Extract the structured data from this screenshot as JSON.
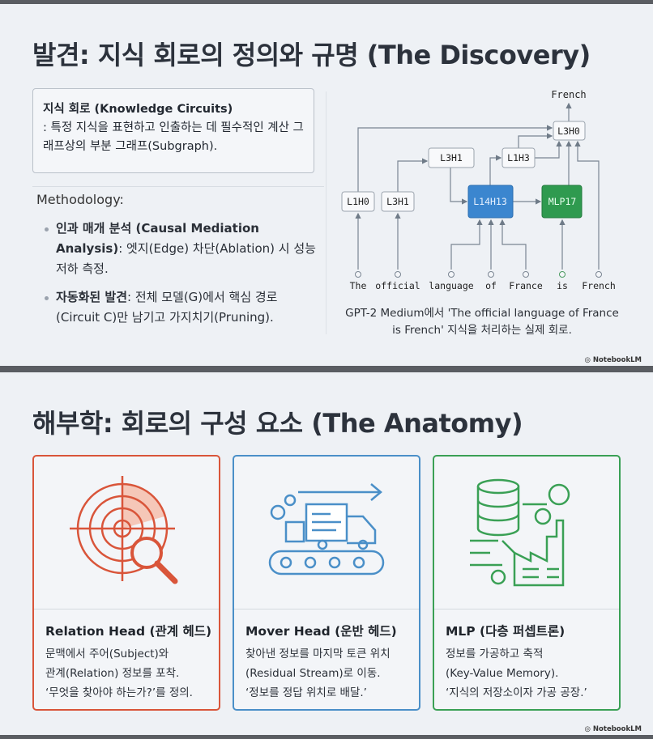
{
  "slide1": {
    "title": "발견: 지식 회로의 정의와 규명 (The Discovery)",
    "definition": {
      "term": "지식 회로 (Knowledge Circuits)",
      "text": ": 특정 지식을 표현하고 인출하는 데 필수적인 계산 그래프상의 부분 그래프(Subgraph)."
    },
    "methodology_label": "Methodology:",
    "bullets": [
      {
        "bold": "인과 매개 분석 (Causal Mediation Analysis)",
        "text": ": 엣지(Edge) 차단(Ablation) 시 성능 저하 측정."
      },
      {
        "bold": "자동화된 발견",
        "text": ": 전체 모델(G)에서 핵심 경로(Circuit C)만 남기고 가지치기(Pruning)."
      }
    ],
    "diagram": {
      "output": "French",
      "nodes": {
        "l3h0": "L3H0",
        "l3h1_top": "L3H1",
        "l1h3": "L1H3",
        "l1h0": "L1H0",
        "l3h1": "L3H1",
        "l14h13": "L14H13",
        "mlp17": "MLP17"
      },
      "tokens": [
        "The",
        "official",
        "language",
        "of",
        "France",
        "is",
        "French"
      ],
      "colors": {
        "attention": "#3b86cf",
        "mlp": "#2f9a4f",
        "edge": "#6f7b88"
      }
    },
    "caption": "GPT-2 Medium에서 'The official language of France is French' 지식을 처리하는 실제 회로.",
    "watermark": "NotebookLM"
  },
  "slide2": {
    "title": "해부학: 회로의 구성 요소 (The Anatomy)",
    "cards": [
      {
        "icon": "radar-magnifier-icon",
        "title": "Relation Head (관계 헤드)",
        "lines": [
          "문맥에서 주어(Subject)와",
          "관계(Relation) 정보를 포착.",
          "‘무엇을 찾아야 하는가?’를 정의."
        ],
        "color": "#d9553a"
      },
      {
        "icon": "conveyor-truck-icon",
        "title": "Mover Head (운반 헤드)",
        "lines": [
          "찾아낸 정보를 마지막 토큰 위치",
          "(Residual Stream)로 이동.",
          "‘정보를 정답 위치로 배달.’"
        ],
        "color": "#4a8fc8"
      },
      {
        "icon": "database-factory-icon",
        "title": "MLP (다층 퍼셉트론)",
        "lines": [
          "정보를 가공하고 축적",
          "(Key-Value Memory).",
          "‘지식의 저장소이자 가공 공장.’"
        ],
        "color": "#3aa055"
      }
    ],
    "watermark": "NotebookLM"
  }
}
